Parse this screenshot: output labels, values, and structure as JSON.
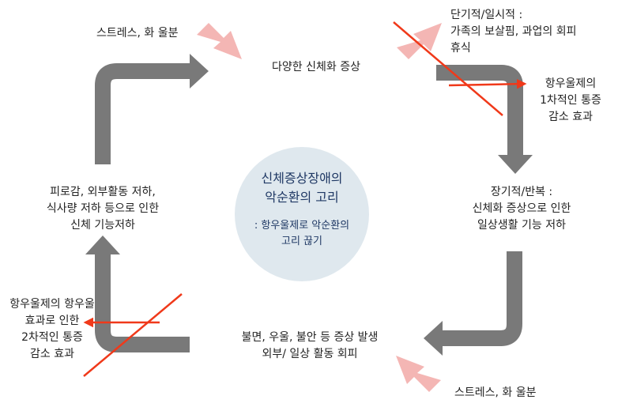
{
  "colors": {
    "cycle_arrow": "#797979",
    "stress_arrow": "#f4b6b4",
    "cross_line": "#f0391a",
    "center_fill": "#dfe8ee",
    "center_text": "#1f3864"
  },
  "center": {
    "title": "신체증상장애의\n악순환의 고리",
    "subtitle": ": 항우울제로 악순환의\n고리 끊기"
  },
  "nodes": {
    "top": "다양한 신체화 증상",
    "right": "장기적/반복 :\n신체화 증상으로 인한\n일상생활 기능 저하",
    "bottom": "불면, 우울, 불안 등 증상 발생\n외부/ 일상 활동 회피",
    "left": "피로감, 외부활동 저하,\n식사량 저하 등으로 인한\n신체 기능저하"
  },
  "stress": {
    "top_left": "스트레스, 화 울분",
    "bottom_right": "스트레스, 화 울분"
  },
  "annotations": {
    "short_term": "단기적/일시적 :\n가족의 보살핌, 과업의 회피\n휴식",
    "effect_first": "항우울제의\n1차적인 통증\n감소 효과",
    "effect_second": "항우울제의 항우울\n효과로 인한\n2차적인 통증\n감소 효과"
  }
}
